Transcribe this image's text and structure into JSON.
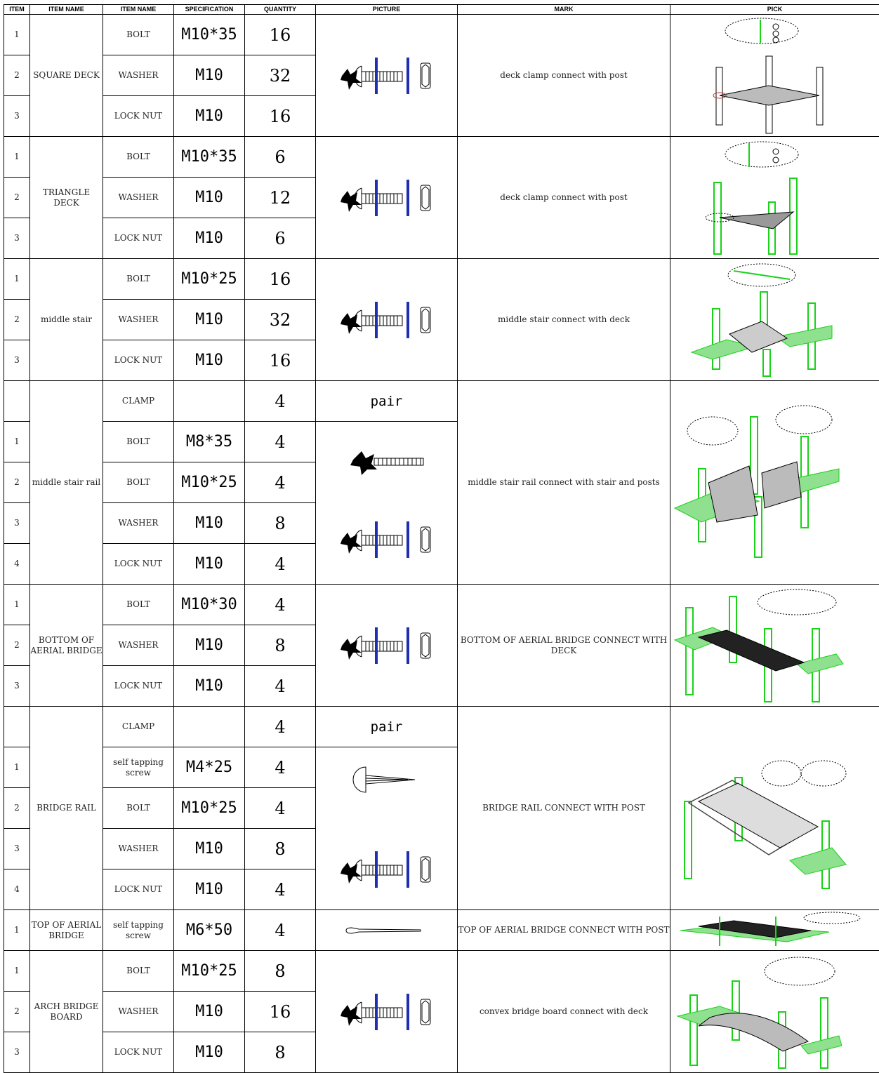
{
  "headers": {
    "item": "ITEM",
    "item_name": "ITEM NAME",
    "part_name": "ITEM NAME",
    "specification": "SPECIFICATION",
    "quantity": "QUANTITY",
    "picture": "PICTURE",
    "mark": "MARK",
    "pick": "PICK"
  },
  "groups": [
    {
      "name": "SQUARE DECK",
      "mark": "deck clamp connect with post",
      "rows": [
        {
          "num": "1",
          "part": "BOLT",
          "spec": "M10*35",
          "qty": "16"
        },
        {
          "num": "2",
          "part": "WASHER",
          "spec": "M10",
          "qty": "32"
        },
        {
          "num": "3",
          "part": "LOCK NUT",
          "spec": "M10",
          "qty": "16"
        }
      ]
    },
    {
      "name": "TRIANGLE DECK",
      "mark": "deck clamp connect with post",
      "rows": [
        {
          "num": "1",
          "part": "BOLT",
          "spec": "M10*35",
          "qty": "6"
        },
        {
          "num": "2",
          "part": "WASHER",
          "spec": "M10",
          "qty": "12"
        },
        {
          "num": "3",
          "part": "LOCK NUT",
          "spec": "M10",
          "qty": "6"
        }
      ]
    },
    {
      "name": "middle stair",
      "mark": "middle stair connect with deck",
      "rows": [
        {
          "num": "1",
          "part": "BOLT",
          "spec": "M10*25",
          "qty": "16"
        },
        {
          "num": "2",
          "part": "WASHER",
          "spec": "M10",
          "qty": "32"
        },
        {
          "num": "3",
          "part": "LOCK NUT",
          "spec": "M10",
          "qty": "16"
        }
      ]
    },
    {
      "name": "middle stair rail",
      "mark": "middle stair rail connect with stair and posts",
      "pair_label": "pair",
      "rows": [
        {
          "num": "",
          "part": "CLAMP",
          "spec": "",
          "qty": "4"
        },
        {
          "num": "1",
          "part": "BOLT",
          "spec": "M8*35",
          "qty": "4"
        },
        {
          "num": "2",
          "part": "BOLT",
          "spec": "M10*25",
          "qty": "4"
        },
        {
          "num": "3",
          "part": "WASHER",
          "spec": "M10",
          "qty": "8"
        },
        {
          "num": "4",
          "part": "LOCK NUT",
          "spec": "M10",
          "qty": "4"
        }
      ]
    },
    {
      "name": "BOTTOM OF AERIAL BRIDGE",
      "mark": "BOTTOM OF AERIAL BRIDGE CONNECT WITH DECK",
      "rows": [
        {
          "num": "1",
          "part": "BOLT",
          "spec": "M10*30",
          "qty": "4"
        },
        {
          "num": "2",
          "part": "WASHER",
          "spec": "M10",
          "qty": "8"
        },
        {
          "num": "3",
          "part": "LOCK NUT",
          "spec": "M10",
          "qty": "4"
        }
      ]
    },
    {
      "name": "BRIDGE RAIL",
      "mark": "BRIDGE RAIL CONNECT WITH POST",
      "pair_label": "pair",
      "rows": [
        {
          "num": "",
          "part": "CLAMP",
          "spec": "",
          "qty": "4"
        },
        {
          "num": "1",
          "part": "self tapping screw",
          "spec": "M4*25",
          "qty": "4"
        },
        {
          "num": "2",
          "part": "BOLT",
          "spec": "M10*25",
          "qty": "4"
        },
        {
          "num": "3",
          "part": "WASHER",
          "spec": "M10",
          "qty": "8"
        },
        {
          "num": "4",
          "part": "LOCK NUT",
          "spec": "M10",
          "qty": "4"
        }
      ]
    },
    {
      "name": "TOP OF AERIAL BRIDGE",
      "mark": "TOP OF AERIAL BRIDGE CONNECT WITH POST",
      "rows": [
        {
          "num": "1",
          "part": "self tapping screw",
          "spec": "M6*50",
          "qty": "4"
        }
      ]
    },
    {
      "name": "ARCH BRIDGE BOARD",
      "mark": "convex bridge board connect with deck",
      "rows": [
        {
          "num": "1",
          "part": "BOLT",
          "spec": "M10*25",
          "qty": "8"
        },
        {
          "num": "2",
          "part": "WASHER",
          "spec": "M10",
          "qty": "16"
        },
        {
          "num": "3",
          "part": "LOCK NUT",
          "spec": "M10",
          "qty": "8"
        }
      ]
    }
  ],
  "colors": {
    "washer_blue": "#1f2fb0",
    "diagram_green": "#19d219",
    "line": "#000000"
  },
  "icons": [
    "bolt-washer-nut-set-icon",
    "bolt-icon",
    "self-tapping-screw-icon",
    "long-screw-icon"
  ]
}
